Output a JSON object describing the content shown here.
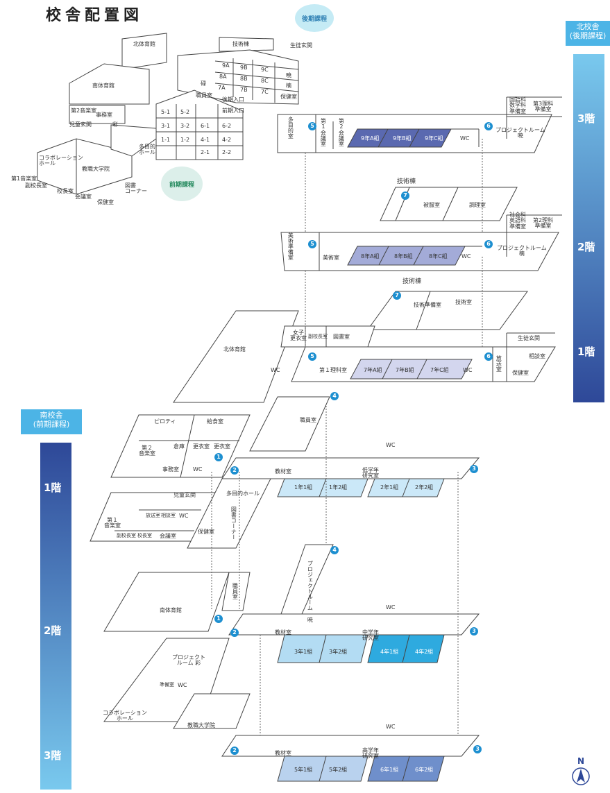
{
  "title": "校舎配置図",
  "bubbles": {
    "north": "後期課程",
    "south": "前期課程"
  },
  "north_sidebar": {
    "head": "北校舎\n(後期課程)",
    "floors": [
      "3階",
      "2階",
      "1階"
    ],
    "colors": [
      "#79c9ee",
      "#2e4898"
    ]
  },
  "south_sidebar": {
    "head": "南校舎\n(前期課程)",
    "floors": [
      "1階",
      "2階",
      "3階"
    ],
    "colors": [
      "#2e4898",
      "#79c9ee"
    ]
  },
  "compass": "N",
  "overview": {
    "north_gym": "北体育館",
    "tech": "技術棟",
    "entrance_n": "生徒玄関",
    "south_gym": "南体育館",
    "grades_n": [
      "9A",
      "9B",
      "9C",
      "8A",
      "8B",
      "8C",
      "7A",
      "7B",
      "7C"
    ],
    "hiroki": "暁",
    "kusu": "楠",
    "hokensitsu": "保健室",
    "hiro": "碌",
    "shokuin": "職員室",
    "kouki_iriguchi": "後期入口",
    "zenki_iriguchi": "前期入口",
    "music2": "第2音楽室",
    "jimu": "事務室",
    "aya": "彩",
    "jido": "児童玄関",
    "grades_s": [
      "5-1",
      "5-2",
      "3-1",
      "3-2",
      "6-1",
      "6-2",
      "1-1",
      "1-2",
      "4-1",
      "4-2",
      "2-1",
      "2-2"
    ],
    "tamokuteki": "多目的\nホール",
    "collabo": "コラボレーション\nホール",
    "kyoshoku": "教職大学院",
    "music1": "第1音楽室",
    "fukukocho": "副校長室",
    "kocho": "校長室",
    "kaigi": "会議室",
    "hoken": "保健室",
    "tosho": "図書\nコーナー"
  },
  "north_3f": {
    "rooms": [
      "多目的室",
      "第1会議室",
      "第2会議室",
      "9年A組",
      "9年B組",
      "9年C組",
      "WC",
      "プロジェクトルーム\n暁",
      "国語科\n数学科\n準備室",
      "第3理科\n準備室"
    ]
  },
  "tech_2f": {
    "label": "技術棟",
    "rooms": [
      "被服室",
      "調理室"
    ]
  },
  "north_2f": {
    "rooms": [
      "美術準備室",
      "美術室",
      "8年A組",
      "8年B組",
      "8年C組",
      "WC",
      "プロジェクトルーム\n楠",
      "社会科\n英語科\n準備室",
      "第2理科\n準備室"
    ]
  },
  "tech_1f": {
    "label": "技術棟",
    "rooms": [
      "技術準備室",
      "技術室"
    ]
  },
  "north_1f": {
    "rooms": [
      "北体育館",
      "WC",
      "女子\n更衣室",
      "副校長室",
      "図書室",
      "第１理科室",
      "7年A組",
      "7年B組",
      "7年C組",
      "WC",
      "放送室",
      "保健室",
      "相談室",
      "生徒玄関"
    ]
  },
  "south_1f": {
    "rooms": [
      "職員室",
      "ピロティ",
      "給食室",
      "第２\n音楽室",
      "倉庫",
      "更衣室",
      "更衣室",
      "事務室",
      "WC",
      "教材室",
      "WC",
      "多目的ホール",
      "児童玄関",
      "1年1組",
      "1年2組",
      "低学年\n研究室",
      "2年1組",
      "2年2組",
      "第１\n音楽室",
      "放送室",
      "相談室",
      "WC",
      "図書コーナー",
      "副校長室",
      "校長室",
      "会議室",
      "保健室"
    ]
  },
  "south_2f": {
    "rooms": [
      "プロジェクトルーム 暁",
      "南体育館",
      "職員室",
      "WC",
      "教材室",
      "3年1組",
      "3年2組",
      "中学年\n研究室",
      "4年1組",
      "4年2組",
      "プロジェクト\nルーム 彩",
      "準備室",
      "WC",
      "コラボレーション\nホール",
      "教職大学院"
    ]
  },
  "south_3f": {
    "rooms": [
      "WC",
      "教材室",
      "5年1組",
      "5年2組",
      "高学年\n研究室",
      "6年1組",
      "6年2組"
    ]
  },
  "stair_numbers": [
    "5",
    "6",
    "7",
    "5",
    "6",
    "7",
    "5",
    "6",
    "4",
    "1",
    "2",
    "3",
    "4",
    "1",
    "2",
    "3",
    "2",
    "3"
  ],
  "colors": {
    "grade9": "#5a69b0",
    "grade8": "#a3abd8",
    "grade7": "#d3d6ee",
    "s12": "#cbe8f8",
    "s34a": "#b3dcf3",
    "s34b": "#2eaadf",
    "s56a": "#b9d2ee",
    "s56b": "#6f8fcb",
    "line": "#444"
  }
}
